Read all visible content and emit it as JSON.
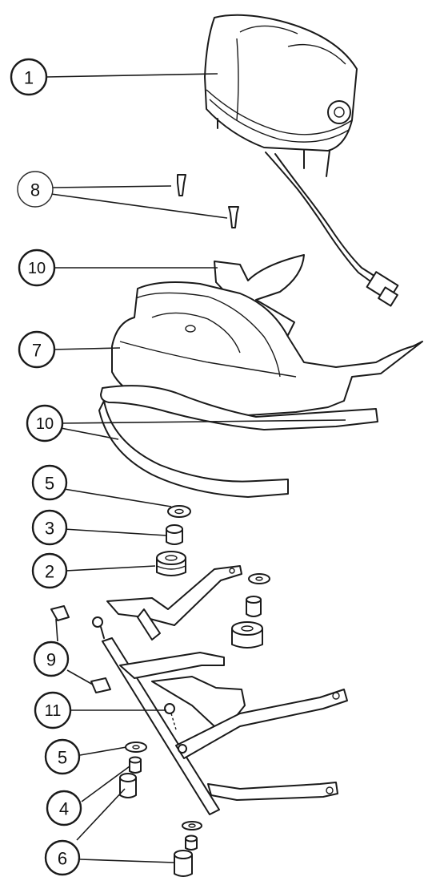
{
  "callouts": [
    {
      "id": "c1",
      "label": "1"
    },
    {
      "id": "c8",
      "label": "8"
    },
    {
      "id": "c10a",
      "label": "10"
    },
    {
      "id": "c7",
      "label": "7"
    },
    {
      "id": "c10b",
      "label": "10"
    },
    {
      "id": "c5a",
      "label": "5"
    },
    {
      "id": "c3",
      "label": "3"
    },
    {
      "id": "c2",
      "label": "2"
    },
    {
      "id": "c9",
      "label": "9"
    },
    {
      "id": "c11",
      "label": "11"
    },
    {
      "id": "c5b",
      "label": "5"
    },
    {
      "id": "c4",
      "label": "4"
    },
    {
      "id": "c6",
      "label": "6"
    }
  ],
  "colors": {
    "ink": "#1a1a1a",
    "background": "#ffffff",
    "callout_8_ring": "#2a2a2a"
  }
}
